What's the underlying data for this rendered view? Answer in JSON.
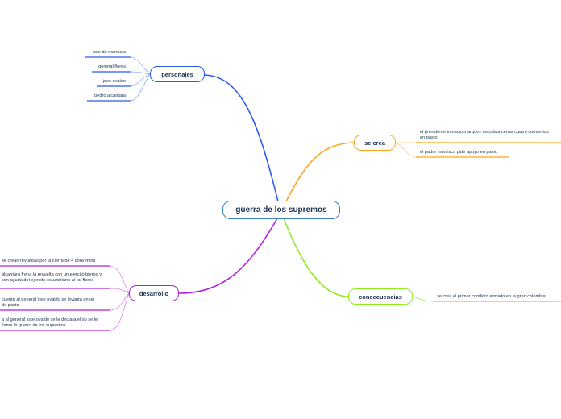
{
  "central": {
    "label": "guerra de los supremos"
  },
  "colors": {
    "personajes": "#2b5be6",
    "se_crea": "#ffa31a",
    "concecuencias": "#8eec1c",
    "desarrollo": "#b21ee0",
    "central_border": "#3a7fbf"
  },
  "branches": {
    "personajes": {
      "label": "personajes",
      "items": [
        "jose de marquez",
        "general flores",
        "jose ovaldo",
        "pedro alcantara"
      ]
    },
    "se_crea": {
      "label": "se crea",
      "items": [
        "el presidente imnacio marquez manda a cerrar cuatro conventos en pasto",
        "el padre francisco pide apoyo en pasto"
      ]
    },
    "concecuencias": {
      "label": "concecuencias",
      "items": [
        "se crea el primer conflicto armado en la gran colombia"
      ]
    },
    "desarrollo": {
      "label": "desarrollo",
      "items": [
        "se crean revueltas por la cierra de 4 conventos",
        "alcantara frena la revuelta con un ejercito bierno y con ayuda del ejercito ecuatoriano al ral flores",
        "cuenta al general jose ovaldo se levanta en on de pasto",
        "a al general jose ovaldo se le declara el so se le llama la guerra de los supremos"
      ]
    }
  }
}
